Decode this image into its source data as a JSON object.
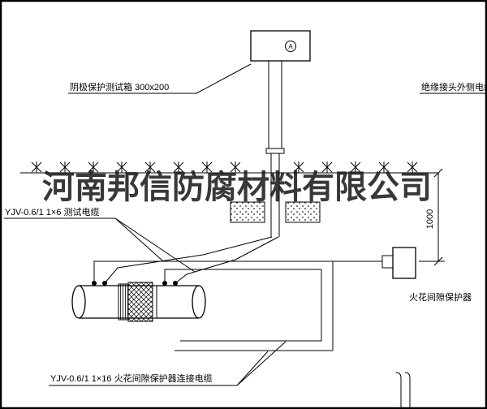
{
  "drawing": {
    "labels": {
      "test_box": "阴极保护测试箱 300x200",
      "insulated_joint_cable": "绝缘接头外侧电缆",
      "test_cable": "YJV-0.6/1 1×6  测试电缆",
      "spark_gap_protector": "火花间隙保护器",
      "connection_cable": "YJV-0.6/1 1×16  火花间隙保护器连接电缆"
    },
    "annotations": {
      "meter_symbol": "A",
      "dimension_value": "1000"
    },
    "watermark": "河南邦信防腐材料有限公司",
    "colors": {
      "line": "#000000",
      "background": "#ffffff",
      "watermark": "#1c1c1c"
    }
  }
}
